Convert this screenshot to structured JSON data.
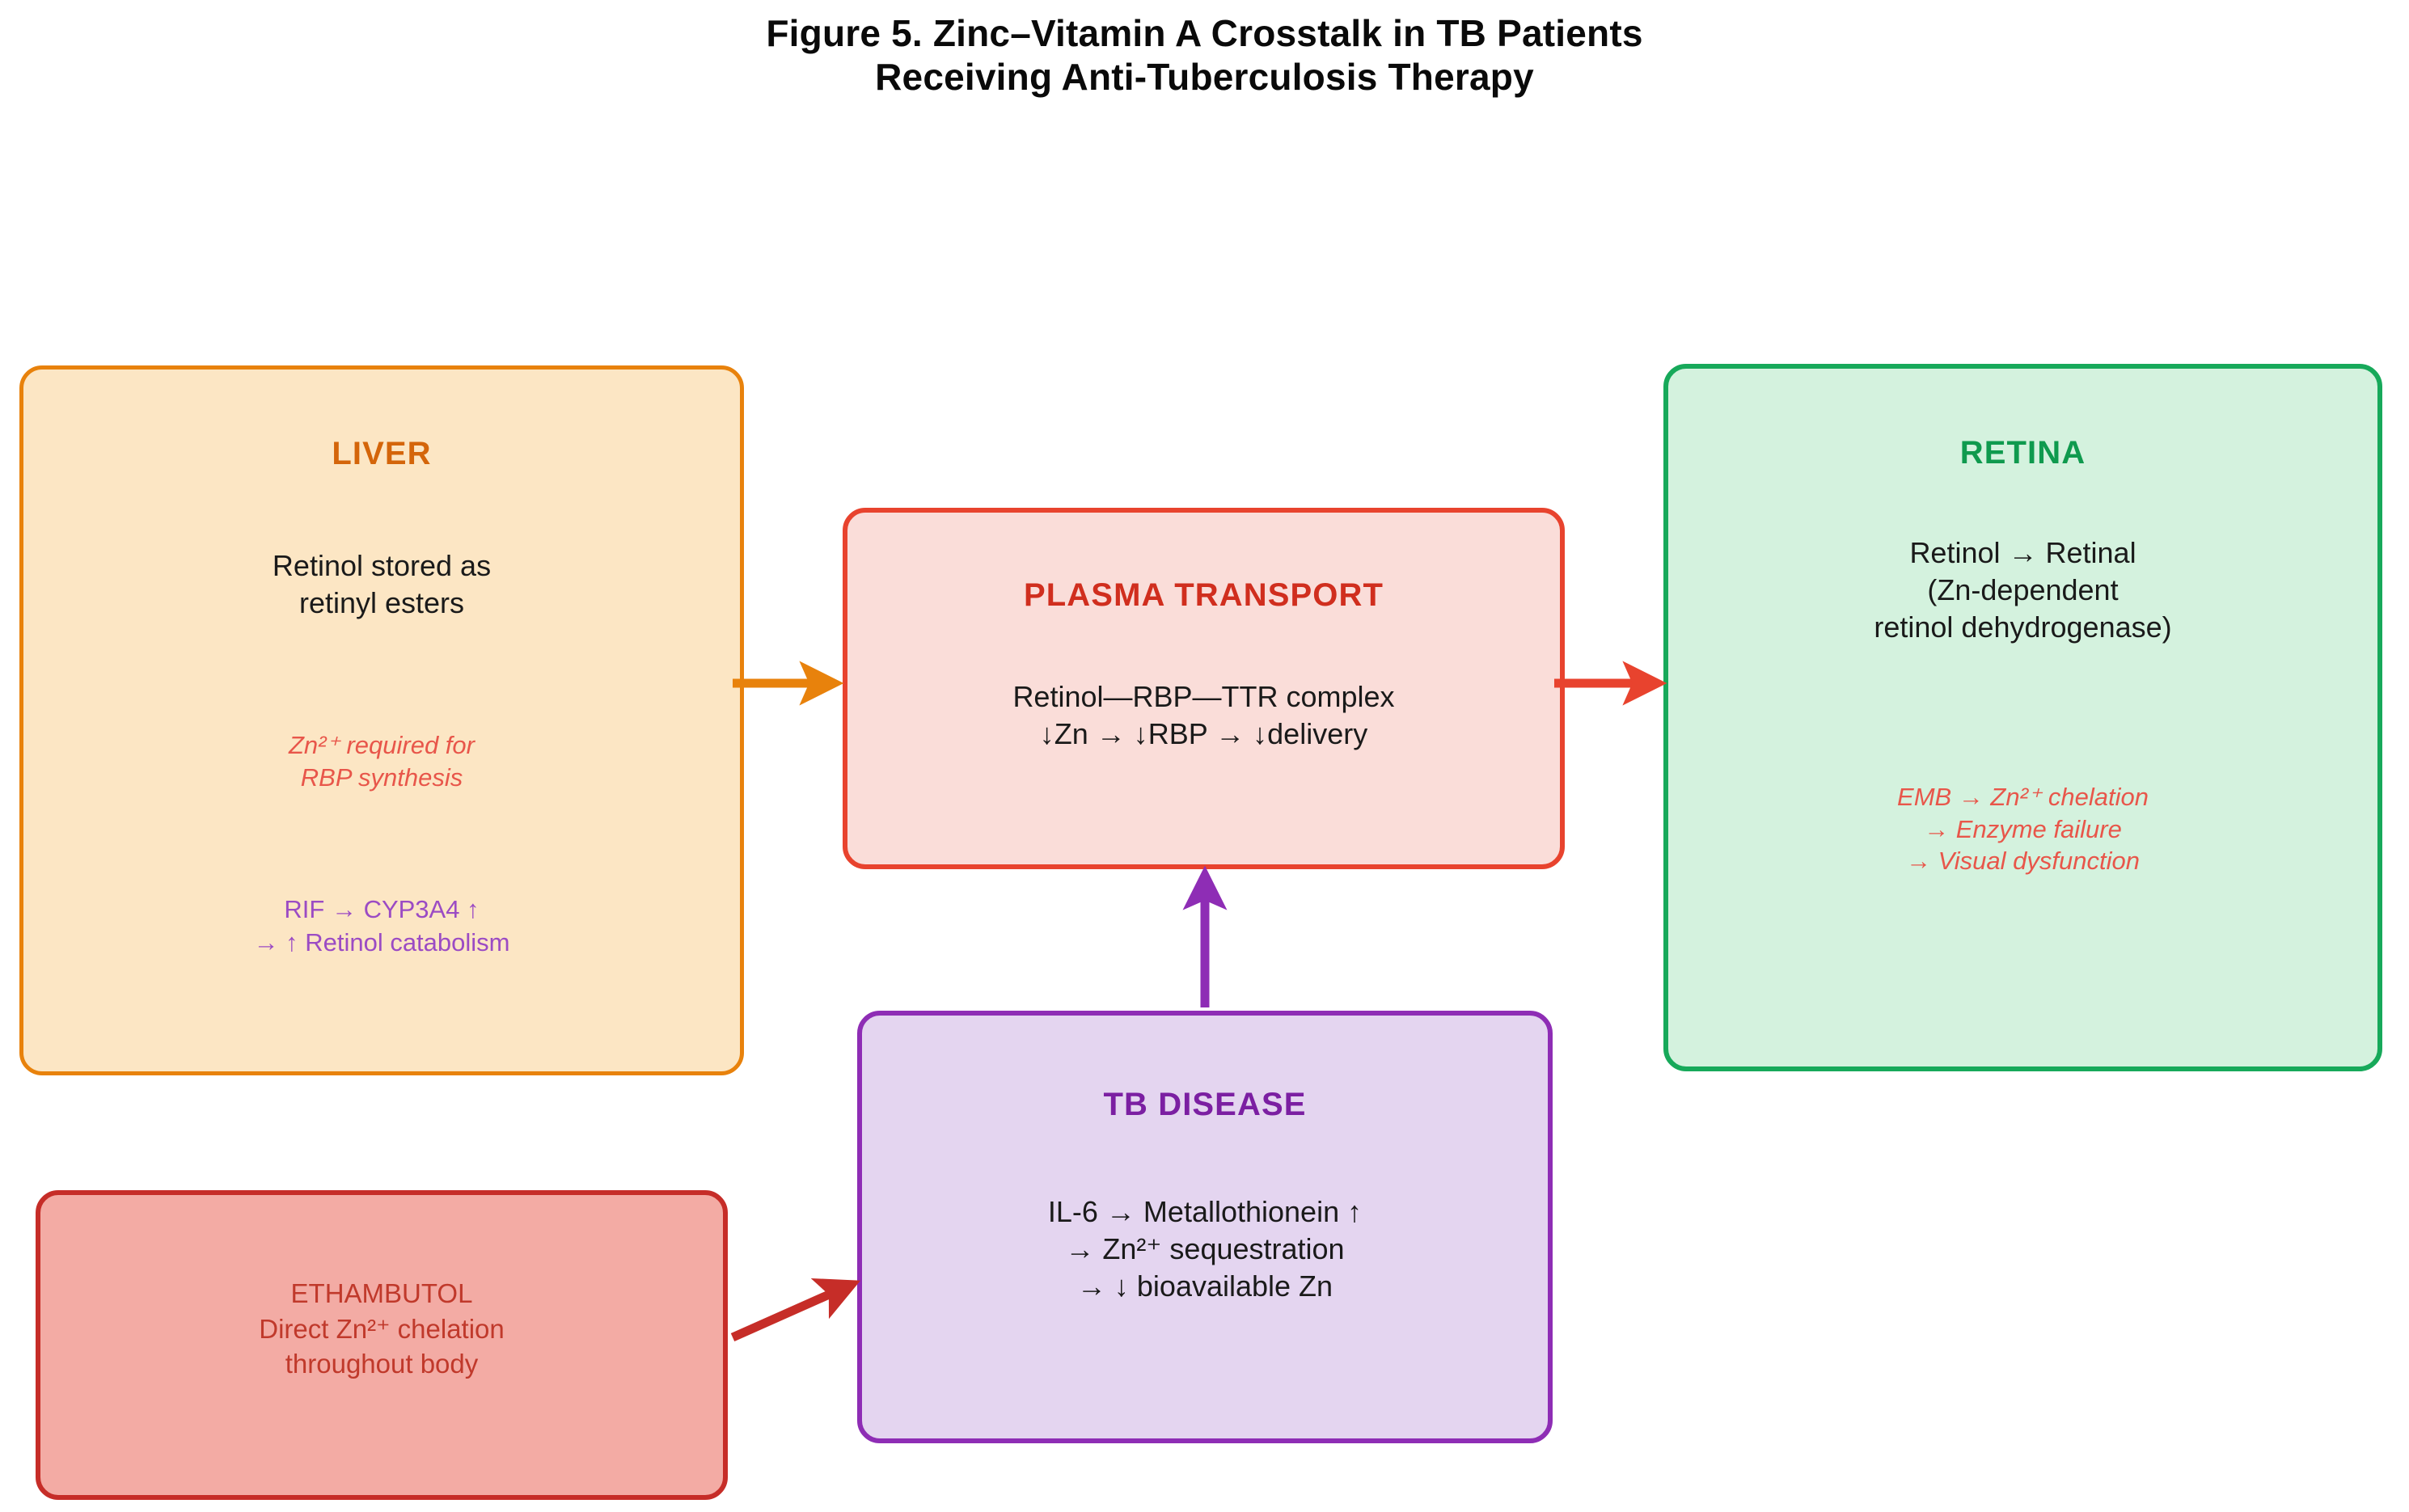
{
  "figure": {
    "title_line1": "Figure 5. Zinc–Vitamin A Crosstalk in TB Patients",
    "title_line2": "Receiving Anti-Tuberculosis Therapy"
  },
  "nodes": {
    "liver": {
      "title": "LIVER",
      "body_line1": "Retinol stored as",
      "body_line2": "retinyl esters",
      "note_red_line1": "Zn²⁺ required for",
      "note_red_line2": "RBP synthesis",
      "note_purple_line1": "RIF → CYP3A4 ↑",
      "note_purple_line2": "→ ↑ Retinol catabolism",
      "border_color": "#E8820C",
      "fill_color": "#FCE6C4",
      "title_color": "#D4650A"
    },
    "plasma": {
      "title": "PLASMA TRANSPORT",
      "body_line1": "Retinol—RBP—TTR complex",
      "body_line2": "↓Zn → ↓RBP → ↓delivery",
      "border_color": "#E8432E",
      "fill_color": "#FADDD9",
      "title_color": "#D02E1E"
    },
    "retina": {
      "title": "RETINA",
      "body_line1": "Retinol → Retinal",
      "body_line2": "(Zn-dependent",
      "body_line3": "retinol dehydrogenase)",
      "note_red_line1": "EMB → Zn²⁺ chelation",
      "note_red_line2": "→ Enzyme failure",
      "note_red_line3": "→ Visual dysfunction",
      "border_color": "#17A95A",
      "fill_color": "#D4F2DE",
      "title_color": "#0F9A4E"
    },
    "tb": {
      "title": "TB DISEASE",
      "body_line1": "IL-6 → Metallothionein ↑",
      "body_line2": "→ Zn²⁺ sequestration",
      "body_line3": "→ ↓ bioavailable Zn",
      "border_color": "#8E2DB5",
      "fill_color": "#E4D5F0",
      "title_color": "#7B1FA2"
    },
    "ethambutol": {
      "body_line1": "ETHAMBUTOL",
      "body_line2": "Direct Zn²⁺ chelation",
      "body_line3": "throughout body",
      "border_color": "#C62D28",
      "fill_color": "#F3ABA4",
      "text_color": "#C0392B"
    }
  },
  "edges": [
    {
      "name": "liver-to-plasma",
      "color": "#E8820C",
      "direction": "right"
    },
    {
      "name": "plasma-to-retina",
      "color": "#E8432E",
      "direction": "right"
    },
    {
      "name": "tb-to-plasma",
      "color": "#8E2DB5",
      "direction": "up"
    },
    {
      "name": "ethambutol-to-tb",
      "color": "#C62D28",
      "direction": "diagonal-up-right"
    }
  ]
}
